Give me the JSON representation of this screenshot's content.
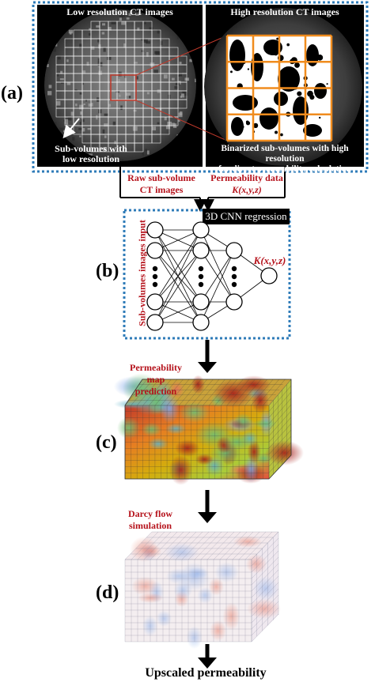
{
  "labels": {
    "a": "(a)",
    "b": "(b)",
    "c": "(c)",
    "d": "(d)"
  },
  "panel_a": {
    "left_title": "Low resolution CT images",
    "right_title": "High resolution CT images",
    "left_caption_line1": "Sub-volumes with",
    "left_caption_line2": "low resolution",
    "right_caption_line1": "Binarized sub-volumes with high resolution",
    "right_caption_line2": "for direct permeability calculation"
  },
  "connectors": {
    "left_line1": "Raw sub-volume",
    "left_line2": "CT images",
    "right_line1": "Permeability data",
    "right_line2": "K(x,y,z)"
  },
  "panel_b": {
    "header": "3D CNN regression",
    "input_label": "Sub-volumes images input",
    "output_label": "K(x,y,z)"
  },
  "panel_c": {
    "caption_line1": "Permeability map",
    "caption_line2": "prediction"
  },
  "panel_d": {
    "caption_line1": "Darcy flow",
    "caption_line2": "simulation"
  },
  "footer": {
    "result": "Upscaled permeability"
  },
  "colors": {
    "dotted_frame": "#2e7bb8",
    "caption_red": "#b5121b",
    "grid_orange": "#f08c1e"
  }
}
